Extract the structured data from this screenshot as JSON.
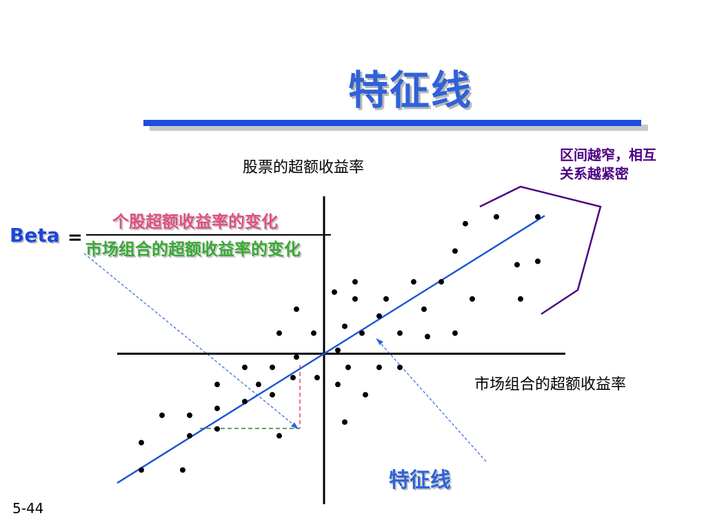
{
  "title": "特征线",
  "annotations": {
    "y_axis_label": "股票的超额收益率",
    "x_axis_label": "市场组合的超额收益率",
    "note": [
      "区间越窄，相互",
      "关系越紧密"
    ],
    "beta_label": "Beta",
    "equals_sign": "=",
    "numerator": "个股超额收益率的变化",
    "denominator": "市场组合的超额收益率的变化",
    "line_label": "特征线",
    "page_number": "5-44"
  },
  "colors": {
    "title": "#2f62d8",
    "regression_line": "#1f55d6",
    "numerator": "#e0507c",
    "denominator": "#3aa835",
    "note": "#4b0082",
    "bracket": "#4b0082",
    "points": "#000000"
  },
  "chart_data": {
    "type": "scatter",
    "xlim": [
      -6,
      7
    ],
    "ylim": [
      -4.4,
      4.6
    ],
    "grid": false,
    "points": [
      [
        5.0,
        4.0
      ],
      [
        4.1,
        3.8
      ],
      [
        6.2,
        4.0
      ],
      [
        3.8,
        3.0
      ],
      [
        5.6,
        2.6
      ],
      [
        6.2,
        2.7
      ],
      [
        0.9,
        2.1
      ],
      [
        2.6,
        2.1
      ],
      [
        3.4,
        2.1
      ],
      [
        0.3,
        1.8
      ],
      [
        0.9,
        1.6
      ],
      [
        1.8,
        1.6
      ],
      [
        4.3,
        1.6
      ],
      [
        5.7,
        1.6
      ],
      [
        2.9,
        1.3
      ],
      [
        1.6,
        1.1
      ],
      [
        0.6,
        0.8
      ],
      [
        -0.8,
        1.3
      ],
      [
        -1.3,
        0.6
      ],
      [
        -0.3,
        0.6
      ],
      [
        1.1,
        0.6
      ],
      [
        2.2,
        0.6
      ],
      [
        3.0,
        0.5
      ],
      [
        3.8,
        0.6
      ],
      [
        0.4,
        0.1
      ],
      [
        -0.8,
        -0.1
      ],
      [
        -2.3,
        -0.4
      ],
      [
        -1.5,
        -0.4
      ],
      [
        0.7,
        -0.4
      ],
      [
        1.6,
        -0.4
      ],
      [
        2.2,
        -0.4
      ],
      [
        -0.9,
        -0.7
      ],
      [
        -0.2,
        -0.7
      ],
      [
        -3.1,
        -0.9
      ],
      [
        -1.9,
        -0.9
      ],
      [
        0.4,
        -0.9
      ],
      [
        -1.5,
        -1.2
      ],
      [
        -2.3,
        -1.4
      ],
      [
        1.2,
        -1.2
      ],
      [
        -3.1,
        -1.6
      ],
      [
        -4.7,
        -1.8
      ],
      [
        -3.9,
        -1.8
      ],
      [
        0.6,
        -2.0
      ],
      [
        -3.1,
        -2.2
      ],
      [
        -3.9,
        -2.4
      ],
      [
        -1.3,
        -2.4
      ],
      [
        -5.3,
        -2.6
      ],
      [
        -5.3,
        -3.4
      ],
      [
        -4.1,
        -3.4
      ]
    ],
    "fit_line": {
      "slope": 0.63,
      "intercept": 0
    }
  }
}
